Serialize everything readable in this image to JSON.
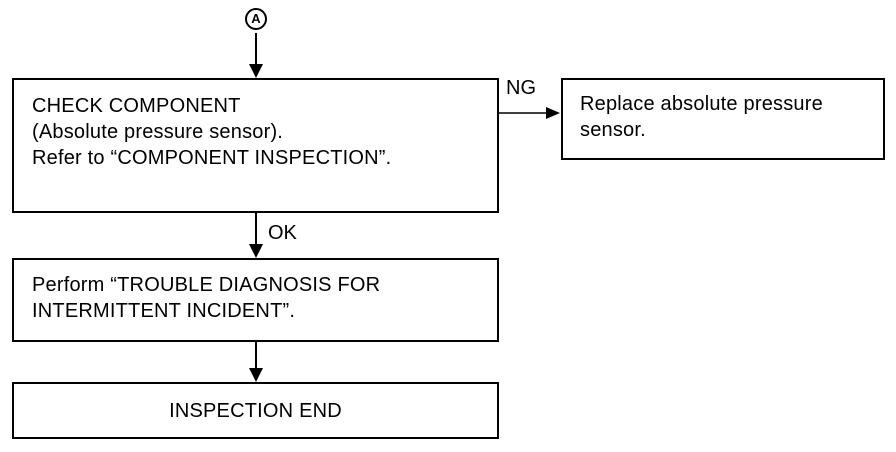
{
  "connector": {
    "label": "A"
  },
  "step_check": {
    "line1": "CHECK COMPONENT",
    "line2": "(Absolute pressure sensor).",
    "line3": "Refer to “COMPONENT INSPECTION”."
  },
  "branch_ng": {
    "label": "NG"
  },
  "step_replace": {
    "line1": "Replace absolute pressure",
    "line2": "sensor."
  },
  "branch_ok": {
    "label": "OK"
  },
  "step_perform": {
    "line1": "Perform “TROUBLE DIAGNOSIS FOR",
    "line2": "INTERMITTENT INCIDENT”."
  },
  "step_end": {
    "label": "INSPECTION END"
  }
}
